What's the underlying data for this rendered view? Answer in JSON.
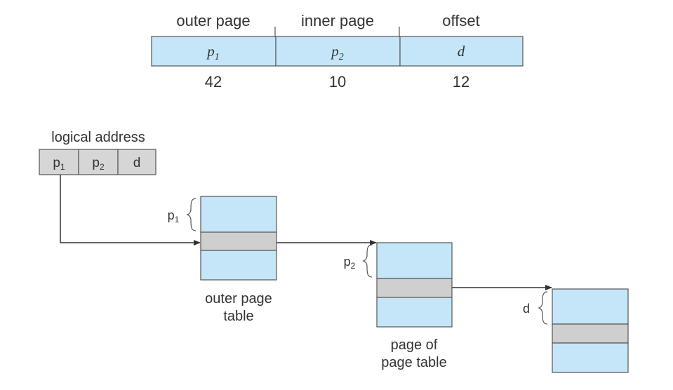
{
  "address_format": {
    "headers": [
      "outer page",
      "inner page",
      "offset"
    ],
    "fields": [
      "p",
      "p",
      "d"
    ],
    "field_subscripts": [
      "1",
      "2",
      ""
    ],
    "bit_widths": [
      "42",
      "10",
      "12"
    ]
  },
  "logical_address": {
    "label": "logical address",
    "fields": [
      "p",
      "p",
      "d"
    ],
    "field_subscripts": [
      "1",
      "2",
      ""
    ]
  },
  "tables": [
    {
      "caption_lines": [
        "outer page",
        "table"
      ],
      "index_label": "p",
      "index_subscript": "1"
    },
    {
      "caption_lines": [
        "page of",
        "page table"
      ],
      "index_label": "p",
      "index_subscript": "2"
    },
    {
      "caption_lines": [],
      "index_label": "d",
      "index_subscript": ""
    }
  ],
  "colors": {
    "cell_fill": "#c4e6f8",
    "row_highlight": "#cfcfcf",
    "address_fill": "#d6d6d6",
    "stroke": "#555555",
    "text": "#333333"
  }
}
